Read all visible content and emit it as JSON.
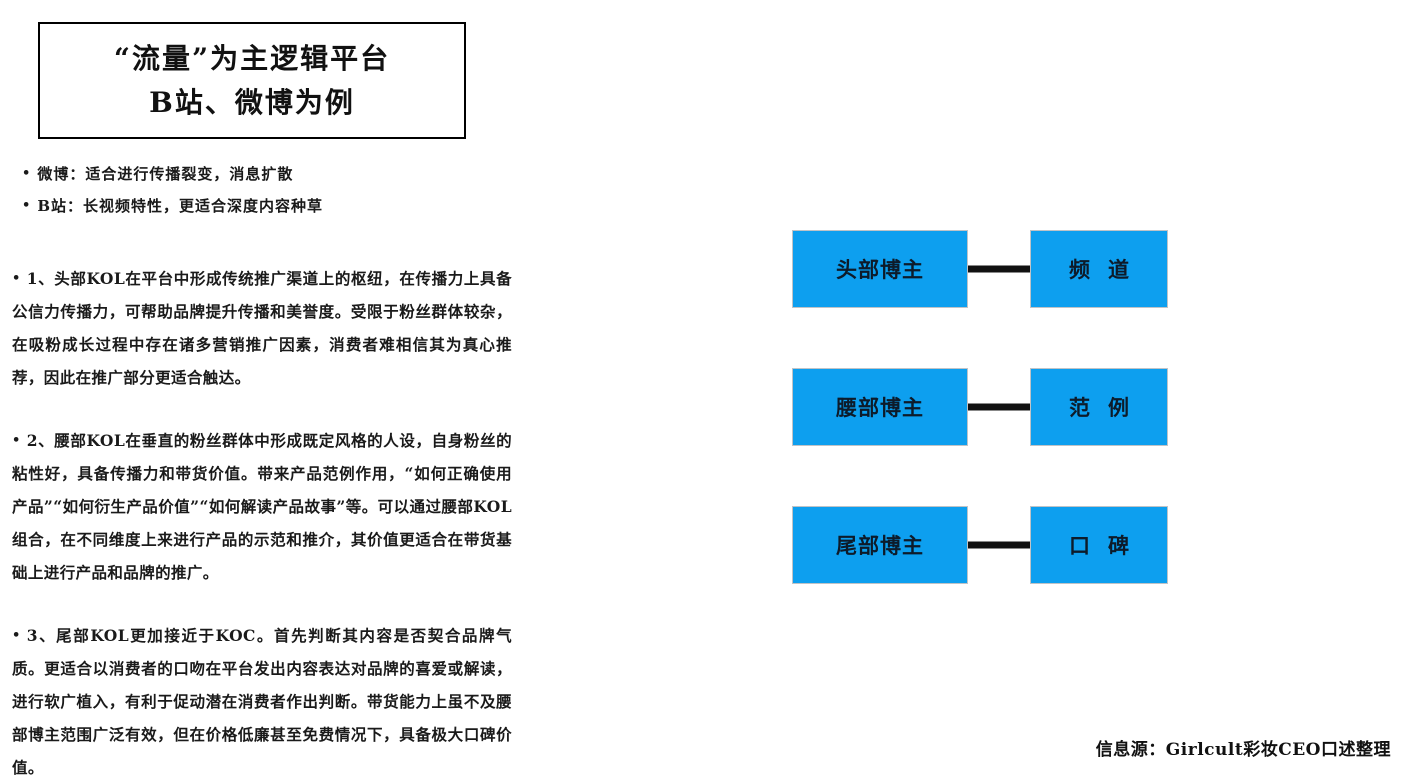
{
  "slide": {
    "title": {
      "line1": "“流量”为主逻辑平台",
      "line2": "B站、微博为例"
    },
    "bullets": [
      "微博：适合进行传播裂变，消息扩散",
      "B站：长视频特性，更适合深度内容种草"
    ],
    "paragraphs": [
      "1、头部KOL在平台中形成传统推广渠道上的枢纽，在传播力上具备公信力传播力，可帮助品牌提升传播和美誉度。受限于粉丝群体较杂，在吸粉成长过程中存在诸多营销推广因素，消费者难相信其为真心推荐，因此在推广部分更适合触达。",
      "2、腰部KOL在垂直的粉丝群体中形成既定风格的人设，自身粉丝的粘性好，具备传播力和带货价值。带来产品范例作用，“如何正确使用产品”“如何衍生产品价值”“如何解读产品故事”等。可以通过腰部KOL组合，在不同维度上来进行产品的示范和推介，其价值更适合在带货基础上进行产品和品牌的推广。",
      "3、尾部KOL更加接近于KOC。首先判断其内容是否契合品牌气质。更适合以消费者的口吻在平台发出内容表达对品牌的喜爱或解读，进行软广植入，有利于促动潜在消费者作出判断。带货能力上虽不及腰部博主范围广泛有效，但在价格低廉甚至免费情况下，具备极大口碑价值。"
    ],
    "bullet_marker": "•",
    "diagram": {
      "rows": [
        {
          "left": "头部博主",
          "right": "频道"
        },
        {
          "left": "腰部博主",
          "right": "范例"
        },
        {
          "left": "尾部博主",
          "right": "口碑"
        }
      ],
      "node_color": "#0d9fef",
      "connector_color": "#111111"
    },
    "source_note": "信息源：Girlcult彩妆CEO口述整理"
  }
}
